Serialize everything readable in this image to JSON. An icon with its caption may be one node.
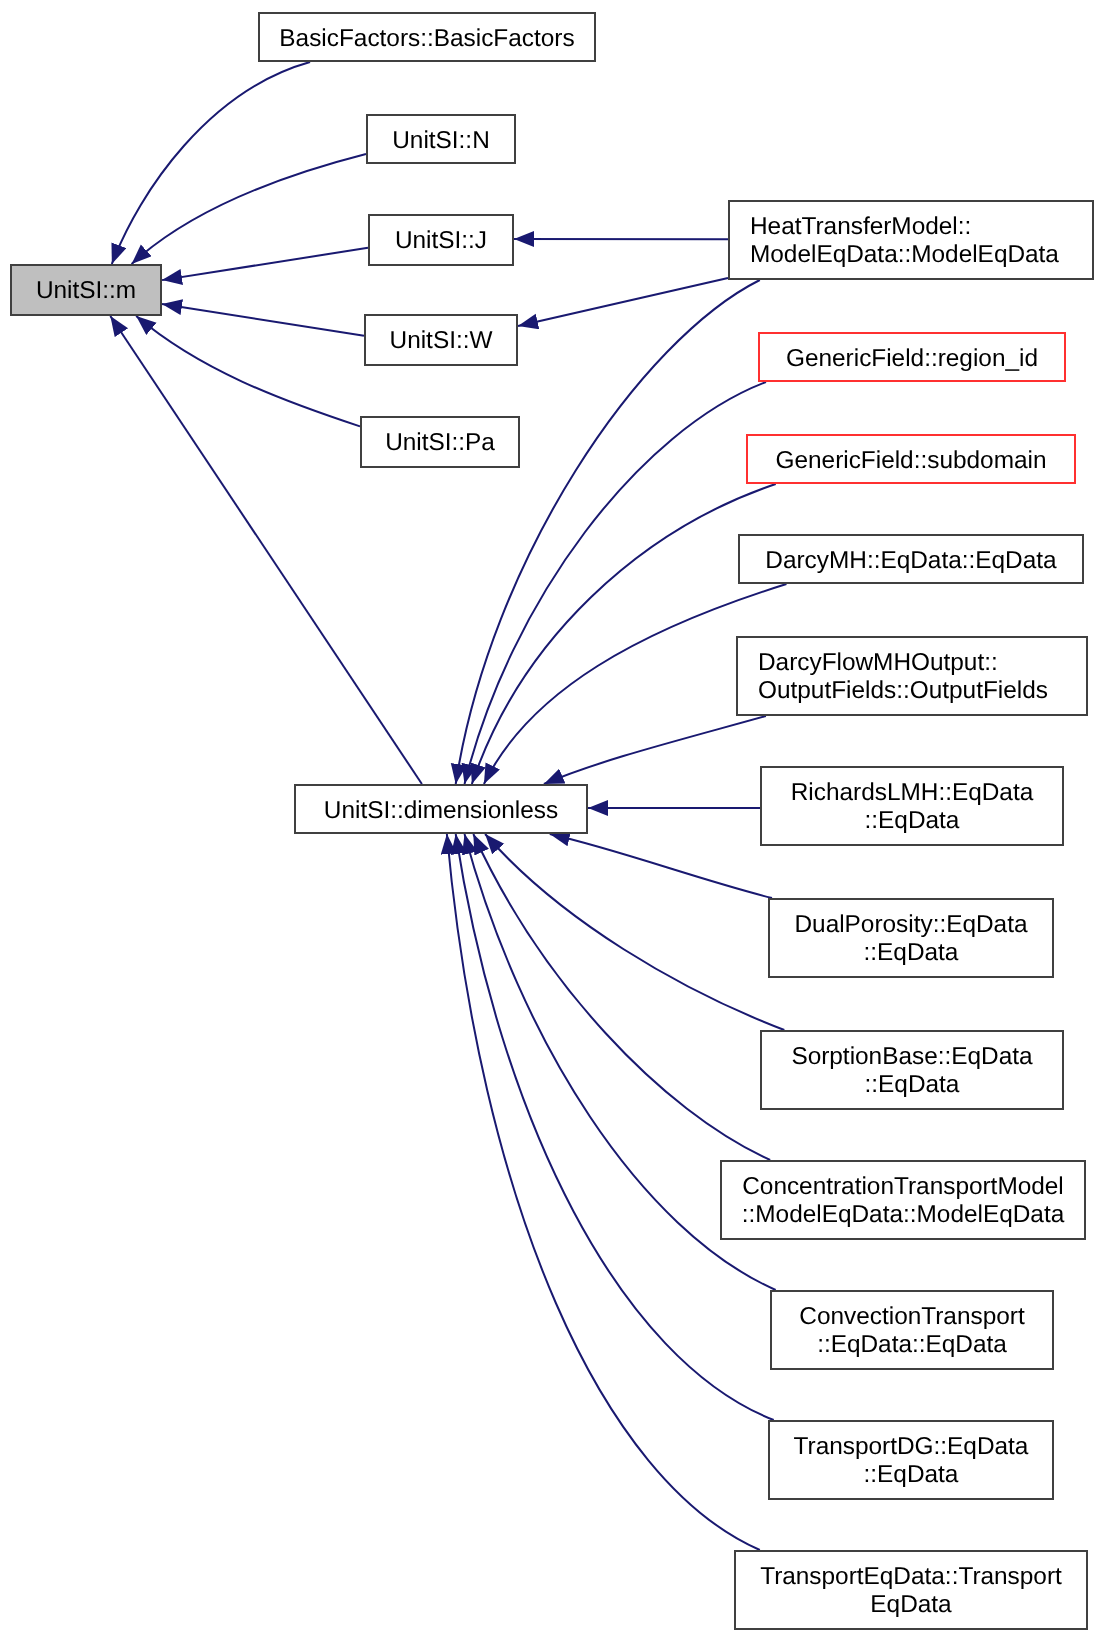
{
  "diagram": {
    "nodes": [
      {
        "text": [
          "UnitSI::m"
        ]
      },
      {
        "text": [
          "BasicFactors::BasicFactors"
        ]
      },
      {
        "text": [
          "UnitSI::N"
        ]
      },
      {
        "text": [
          "UnitSI::J"
        ]
      },
      {
        "text": [
          "UnitSI::W"
        ]
      },
      {
        "text": [
          "UnitSI::Pa"
        ]
      },
      {
        "text": [
          "HeatTransferModel:: ModelEqData::ModelEqData"
        ]
      },
      {
        "text": [
          "UnitSI::dimensionless"
        ]
      },
      {
        "text": [
          "GenericField::region_id"
        ]
      },
      {
        "text": [
          "GenericField::subdomain"
        ]
      },
      {
        "text": [
          "DarcyMH::EqData::EqData"
        ]
      },
      {
        "text": [
          "DarcyFlowMHOutput:: OutputFields::OutputFields"
        ]
      },
      {
        "text": [
          "RichardsLMH::EqData ::EqData"
        ]
      },
      {
        "text": [
          "DualPorosity::EqData ::EqData"
        ]
      },
      {
        "text": [
          "SorptionBase::EqData ::EqData"
        ]
      },
      {
        "text": [
          "ConcentrationTransportModel ::ModelEqData::ModelEqData"
        ]
      },
      {
        "text": [
          "ConvectionTransport ::EqData::EqData"
        ]
      },
      {
        "text": [
          "TransportDG::EqData ::EqData"
        ]
      },
      {
        "text": [
          "TransportEqData::Transport EqData"
        ]
      }
    ],
    "edges": [
      {
        "from": 1,
        "to": 0,
        "arrow": "to"
      },
      {
        "from": 2,
        "to": 0,
        "arrow": "to"
      },
      {
        "from": 3,
        "to": 0,
        "arrow": "to"
      },
      {
        "from": 4,
        "to": 0,
        "arrow": "to"
      },
      {
        "from": 5,
        "to": 0,
        "arrow": "to"
      },
      {
        "from": 7,
        "to": 0,
        "arrow": "to"
      },
      {
        "from": 6,
        "to": 3,
        "arrow": "to"
      },
      {
        "from": 6,
        "to": 4,
        "arrow": "to"
      },
      {
        "from": 6,
        "to": 7,
        "arrow": "to"
      },
      {
        "from": 8,
        "to": 7,
        "arrow": "to"
      },
      {
        "from": 9,
        "to": 7,
        "arrow": "to"
      },
      {
        "from": 10,
        "to": 7,
        "arrow": "to"
      },
      {
        "from": 11,
        "to": 7,
        "arrow": "to"
      },
      {
        "from": 12,
        "to": 7,
        "arrow": "to"
      },
      {
        "from": 13,
        "to": 7,
        "arrow": "to"
      },
      {
        "from": 14,
        "to": 7,
        "arrow": "to"
      },
      {
        "from": 15,
        "to": 7,
        "arrow": "to"
      },
      {
        "from": 16,
        "to": 7,
        "arrow": "to"
      },
      {
        "from": 17,
        "to": 7,
        "arrow": "to"
      },
      {
        "from": 18,
        "to": 7,
        "arrow": "to"
      }
    ]
  }
}
